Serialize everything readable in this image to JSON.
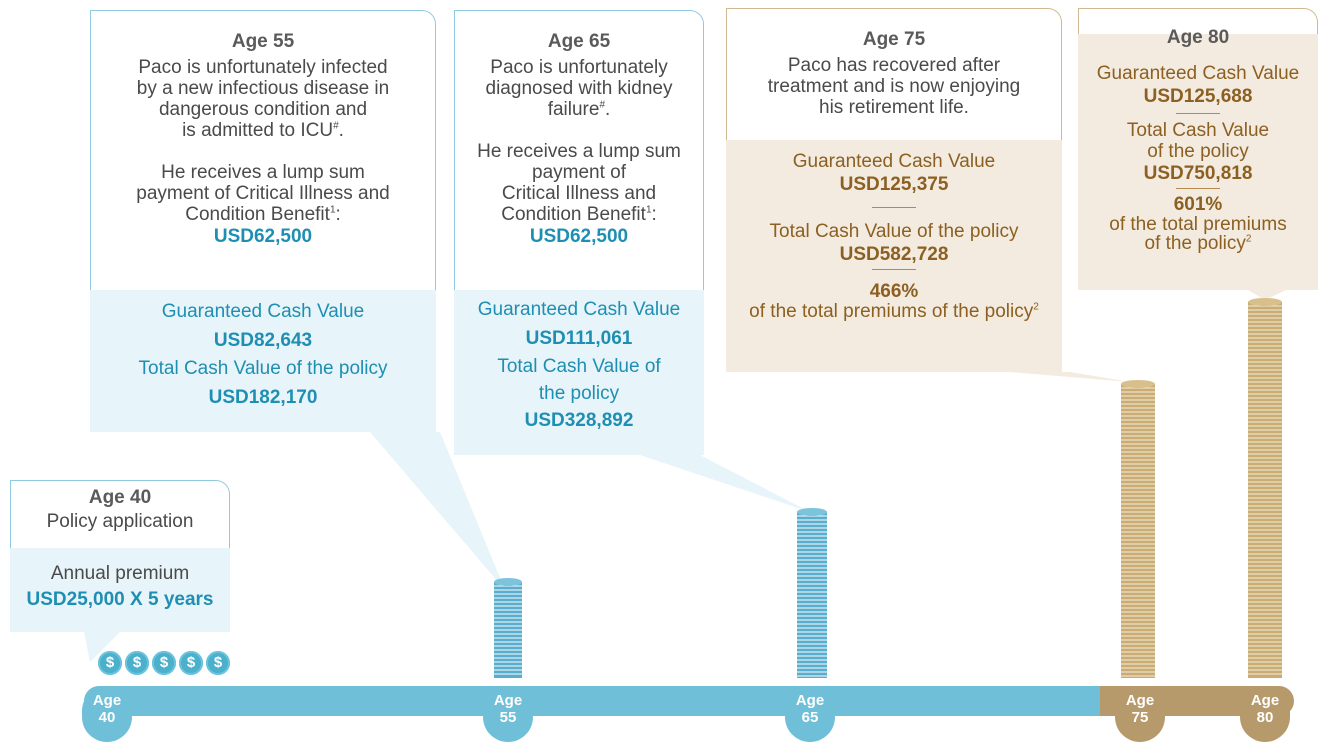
{
  "colors": {
    "blue": "#1e8fb3",
    "gold": "#8c6022",
    "timeline_blue": "#6fbfd8",
    "timeline_gold": "#b79a6c"
  },
  "age40": {
    "title": "Age 40",
    "subtitle": "Policy application",
    "premium_label": "Annual premium",
    "premium_value": "USD25,000 X 5 years",
    "coin_icon": "dollar-coin-icon",
    "coin_symbol": "$",
    "coin_count": 5
  },
  "age55": {
    "title": "Age 55",
    "line1": "Paco is unfortunately infected",
    "line2": "by a new infectious disease in",
    "line3": "dangerous condition and",
    "line4": "is admitted to ICU",
    "line4_sup": "#",
    "line4_end": ".",
    "line5": "He receives a lump sum",
    "line6": "payment of Critical Illness and",
    "line7": "Condition Benefit",
    "line7_sup": "1",
    "line7_end": ":",
    "payment": "USD62,500",
    "gcv_label": "Guaranteed Cash Value",
    "gcv_value": "USD82,643",
    "tcv_label": "Total Cash Value of the policy",
    "tcv_value": "USD182,170"
  },
  "age65": {
    "title": "Age 65",
    "line1": "Paco is unfortunately",
    "line2": "diagnosed with kidney",
    "line3": "failure",
    "line3_sup": "#",
    "line3_end": ".",
    "line4": "He receives a lump sum",
    "line5": "payment of",
    "line6": "Critical Illness and",
    "line7": "Condition Benefit",
    "line7_sup": "1",
    "line7_end": ":",
    "payment": "USD62,500",
    "gcv_label": "Guaranteed Cash Value",
    "gcv_value": "USD111,061",
    "tcv_label1": "Total Cash Value of",
    "tcv_label2": "the policy",
    "tcv_value": "USD328,892"
  },
  "age75": {
    "title": "Age 75",
    "line1": "Paco has recovered after",
    "line2": "treatment and is now enjoying",
    "line3": "his retirement life.",
    "gcv_label": "Guaranteed Cash Value",
    "gcv_value": "USD125,375",
    "tcv_label": "Total Cash Value of the policy",
    "tcv_value": "USD582,728",
    "pct": "466%",
    "pct_label": "of the total premiums of the policy",
    "pct_sup": "2"
  },
  "age80": {
    "title": "Age 80",
    "gcv_label": "Guaranteed Cash Value",
    "gcv_value": "USD125,688",
    "tcv_label1": "Total Cash Value",
    "tcv_label2": "of the policy",
    "tcv_value": "USD750,818",
    "pct": "601%",
    "pct_label1": "of the total premiums",
    "pct_label2": "of the policy",
    "pct_sup": "2"
  },
  "timeline": {
    "nodes": [
      {
        "word": "Age",
        "num": "40"
      },
      {
        "word": "Age",
        "num": "55"
      },
      {
        "word": "Age",
        "num": "65"
      },
      {
        "word": "Age",
        "num": "75"
      },
      {
        "word": "Age",
        "num": "80"
      }
    ]
  }
}
